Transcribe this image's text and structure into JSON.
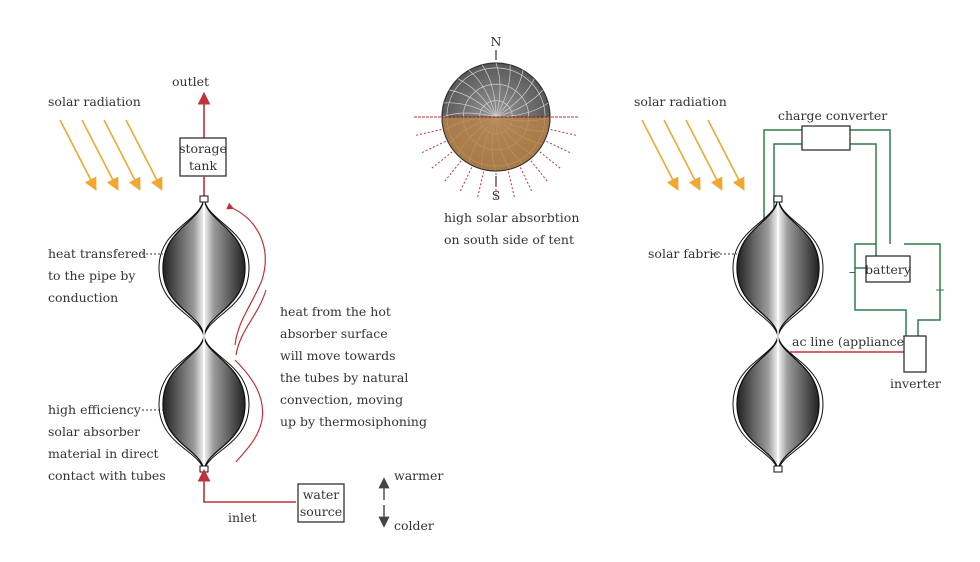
{
  "colors": {
    "pipe_red": "#c0323a",
    "ray_orange": "#f0a830",
    "wire_green": "#2e7d4f",
    "text": "#333333",
    "tent_dark": "#555555",
    "tent_south": "#b88445"
  },
  "left": {
    "solar_radiation": "solar radiation",
    "outlet": "outlet",
    "storage_tank": [
      "storage",
      "tank"
    ],
    "heat_transfer": [
      "heat transfered",
      "to the pipe by",
      "conduction"
    ],
    "absorber": [
      "high efficiency",
      "solar absorber",
      "material in direct",
      "contact with tubes"
    ],
    "convection": [
      "heat from the hot",
      "absorber surface",
      "will move towards",
      "the tubes by natural",
      "convection, moving",
      "up by thermosiphoning"
    ],
    "inlet": "inlet",
    "water_source": [
      "water",
      "source"
    ],
    "warmer": "warmer",
    "colder": "colder"
  },
  "center": {
    "north": "N",
    "south": "S",
    "caption": [
      "high solar absorbtion",
      "on south side of tent"
    ]
  },
  "right": {
    "solar_radiation": "solar radiation",
    "charge_converter": "charge converter",
    "battery": "battery",
    "minus": "–",
    "plus": "+",
    "solar_fabric": "solar fabric",
    "ac_line": "ac line (appliances)",
    "inverter": "inverter"
  }
}
